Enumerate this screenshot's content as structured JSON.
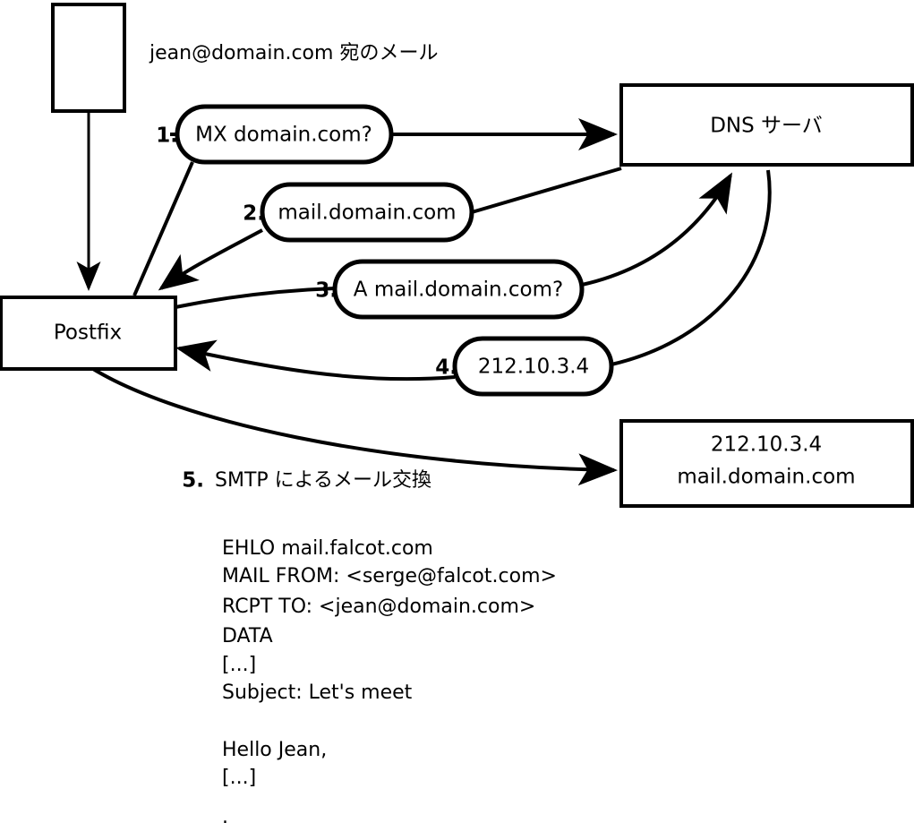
{
  "diagram": {
    "title_caption": "jean@domain.com 宛のメール",
    "boxes": [
      {
        "id": "sender",
        "label": ""
      },
      {
        "id": "dns-server",
        "label": "DNS サーバ"
      },
      {
        "id": "postfix",
        "label": "Postfix"
      },
      {
        "id": "remote-mail-server",
        "line1": "212.10.3.4",
        "line2": "mail.domain.com"
      }
    ],
    "steps": [
      {
        "num": "1.",
        "label": "MX domain.com?"
      },
      {
        "num": "2.",
        "label": "mail.domain.com"
      },
      {
        "num": "3.",
        "label": "A mail.domain.com?"
      },
      {
        "num": "4.",
        "label": "212.10.3.4"
      },
      {
        "num": "5.",
        "label": "SMTP によるメール交換"
      }
    ],
    "transcript": [
      "EHLO mail.falcot.com",
      "MAIL FROM: <serge@falcot.com>",
      "RCPT TO: <jean@domain.com>",
      "DATA",
      "[...]",
      "Subject: Let's meet",
      "",
      "Hello Jean,",
      "[...]",
      "",
      "."
    ],
    "colors": {
      "stroke": "#000000",
      "fill": "#ffffff",
      "text": "#000000"
    }
  }
}
